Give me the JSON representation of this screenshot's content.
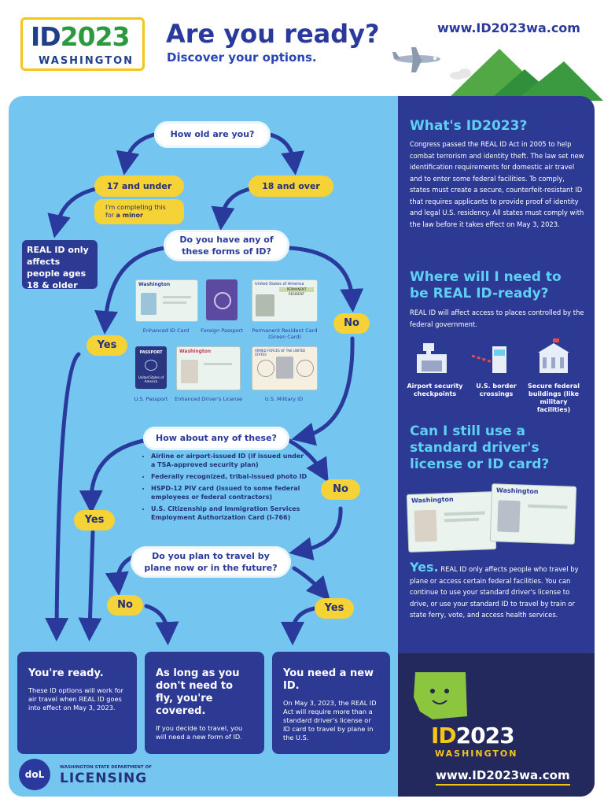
{
  "header": {
    "logo_main_prefix": "ID",
    "logo_main_suffix": "2023",
    "logo_sub": "WASHINGTON",
    "title": "Are you ready?",
    "subtitle": "Discover your options.",
    "url": "www.ID2023wa.com"
  },
  "flow": {
    "q_age": "How old are you?",
    "age_under": "17 and under",
    "age_over": "18 and over",
    "minor_note_1": "I'm completing this",
    "minor_note_2_pre": "for ",
    "minor_note_2_bold": "a minor",
    "minor_result": "REAL ID only affects people ages 18 & older",
    "q_forms_1": "Do you have any of",
    "q_forms_2": "these forms of ID?",
    "yes": "Yes",
    "no": "No",
    "ids": {
      "enhanced_id": "Enhanced ID Card",
      "foreign_passport": "Foreign Passport",
      "green_card_1": "Permanent Resident Card",
      "green_card_2": "(Green Card)",
      "us_passport": "U.S. Passport",
      "edl": "Enhanced Driver's License",
      "military": "U.S. Military ID",
      "card_state": "Washington",
      "passport_word": "PASSPORT",
      "passport_country": "United States of America",
      "green_card_header": "United States of America",
      "green_card_tag": "PERMANENT RESIDENT",
      "military_header": "ARMED FORCES OF THE UNITED STATES"
    },
    "q_any_these": "How about any of these?",
    "any_list": [
      "Airline or airport-issued ID (if issued under a TSA-approved security plan)",
      "Federally recognized, tribal-issued photo ID",
      "HSPD-12 PIV card (issued to some federal employees or federal contractors)",
      "U.S. Citizenship and Immigration Services Employment Authorization Card (I-766)"
    ],
    "q_travel_1": "Do you plan to travel by",
    "q_travel_2": "plane now or in the future?"
  },
  "results": {
    "ready_title": "You're ready.",
    "ready_text": "These ID options will work for air travel when REAL ID goes into effect on May 3, 2023.",
    "covered_title": "As long as you don't need to fly, you're covered.",
    "covered_text": "If you decide to travel, you will need a new form of ID.",
    "new_title": "You need a new ID.",
    "new_text": "On May 3, 2023, the REAL ID Act will require more than a standard driver's license or ID card to travel by plane in the U.S."
  },
  "footer": {
    "dept_line": "WASHINGTON STATE DEPARTMENT OF",
    "dept_name": "LICENSING",
    "seal_text": "doL"
  },
  "sidebar": {
    "whats_title": "What's ID2023?",
    "whats_text": "Congress passed the REAL ID Act in 2005 to help combat terrorism and identity theft. The law set new identification requirements for domestic air travel and to enter some federal facilities. To comply, states must create a secure, counterfeit-resistant ID that requires applicants to provide proof of identity and legal U.S. residency. All states must comply with the law before it takes effect on May 3, 2023.",
    "where_title": "Where will I need to be REAL ID-ready?",
    "where_text": "REAL ID will affect access to places controlled by the federal government.",
    "places": [
      "Airport security checkpoints",
      "U.S. border crossings",
      "Secure federal buildings (like military facilities)"
    ],
    "standard_title": "Can I still use a standard driver's license or ID card?",
    "yes_word": "Yes.",
    "yes_text": "REAL ID only affects people who travel by plane or access certain federal facilities. You can continue to use your standard driver's license to drive, or use your standard ID to travel by train or state ferry, vote, and access health services.",
    "card_state": "Washington",
    "logo_main_prefix": "ID",
    "logo_main_suffix": "2023",
    "logo_sub": "WASHINGTON",
    "url": "www.ID2023wa.com"
  },
  "colors": {
    "navy": "#2d3a94",
    "sky": "#74c6f0",
    "yellow": "#f5d236",
    "green": "#2b9a3f",
    "accent_cyan": "#5ed0f4"
  }
}
